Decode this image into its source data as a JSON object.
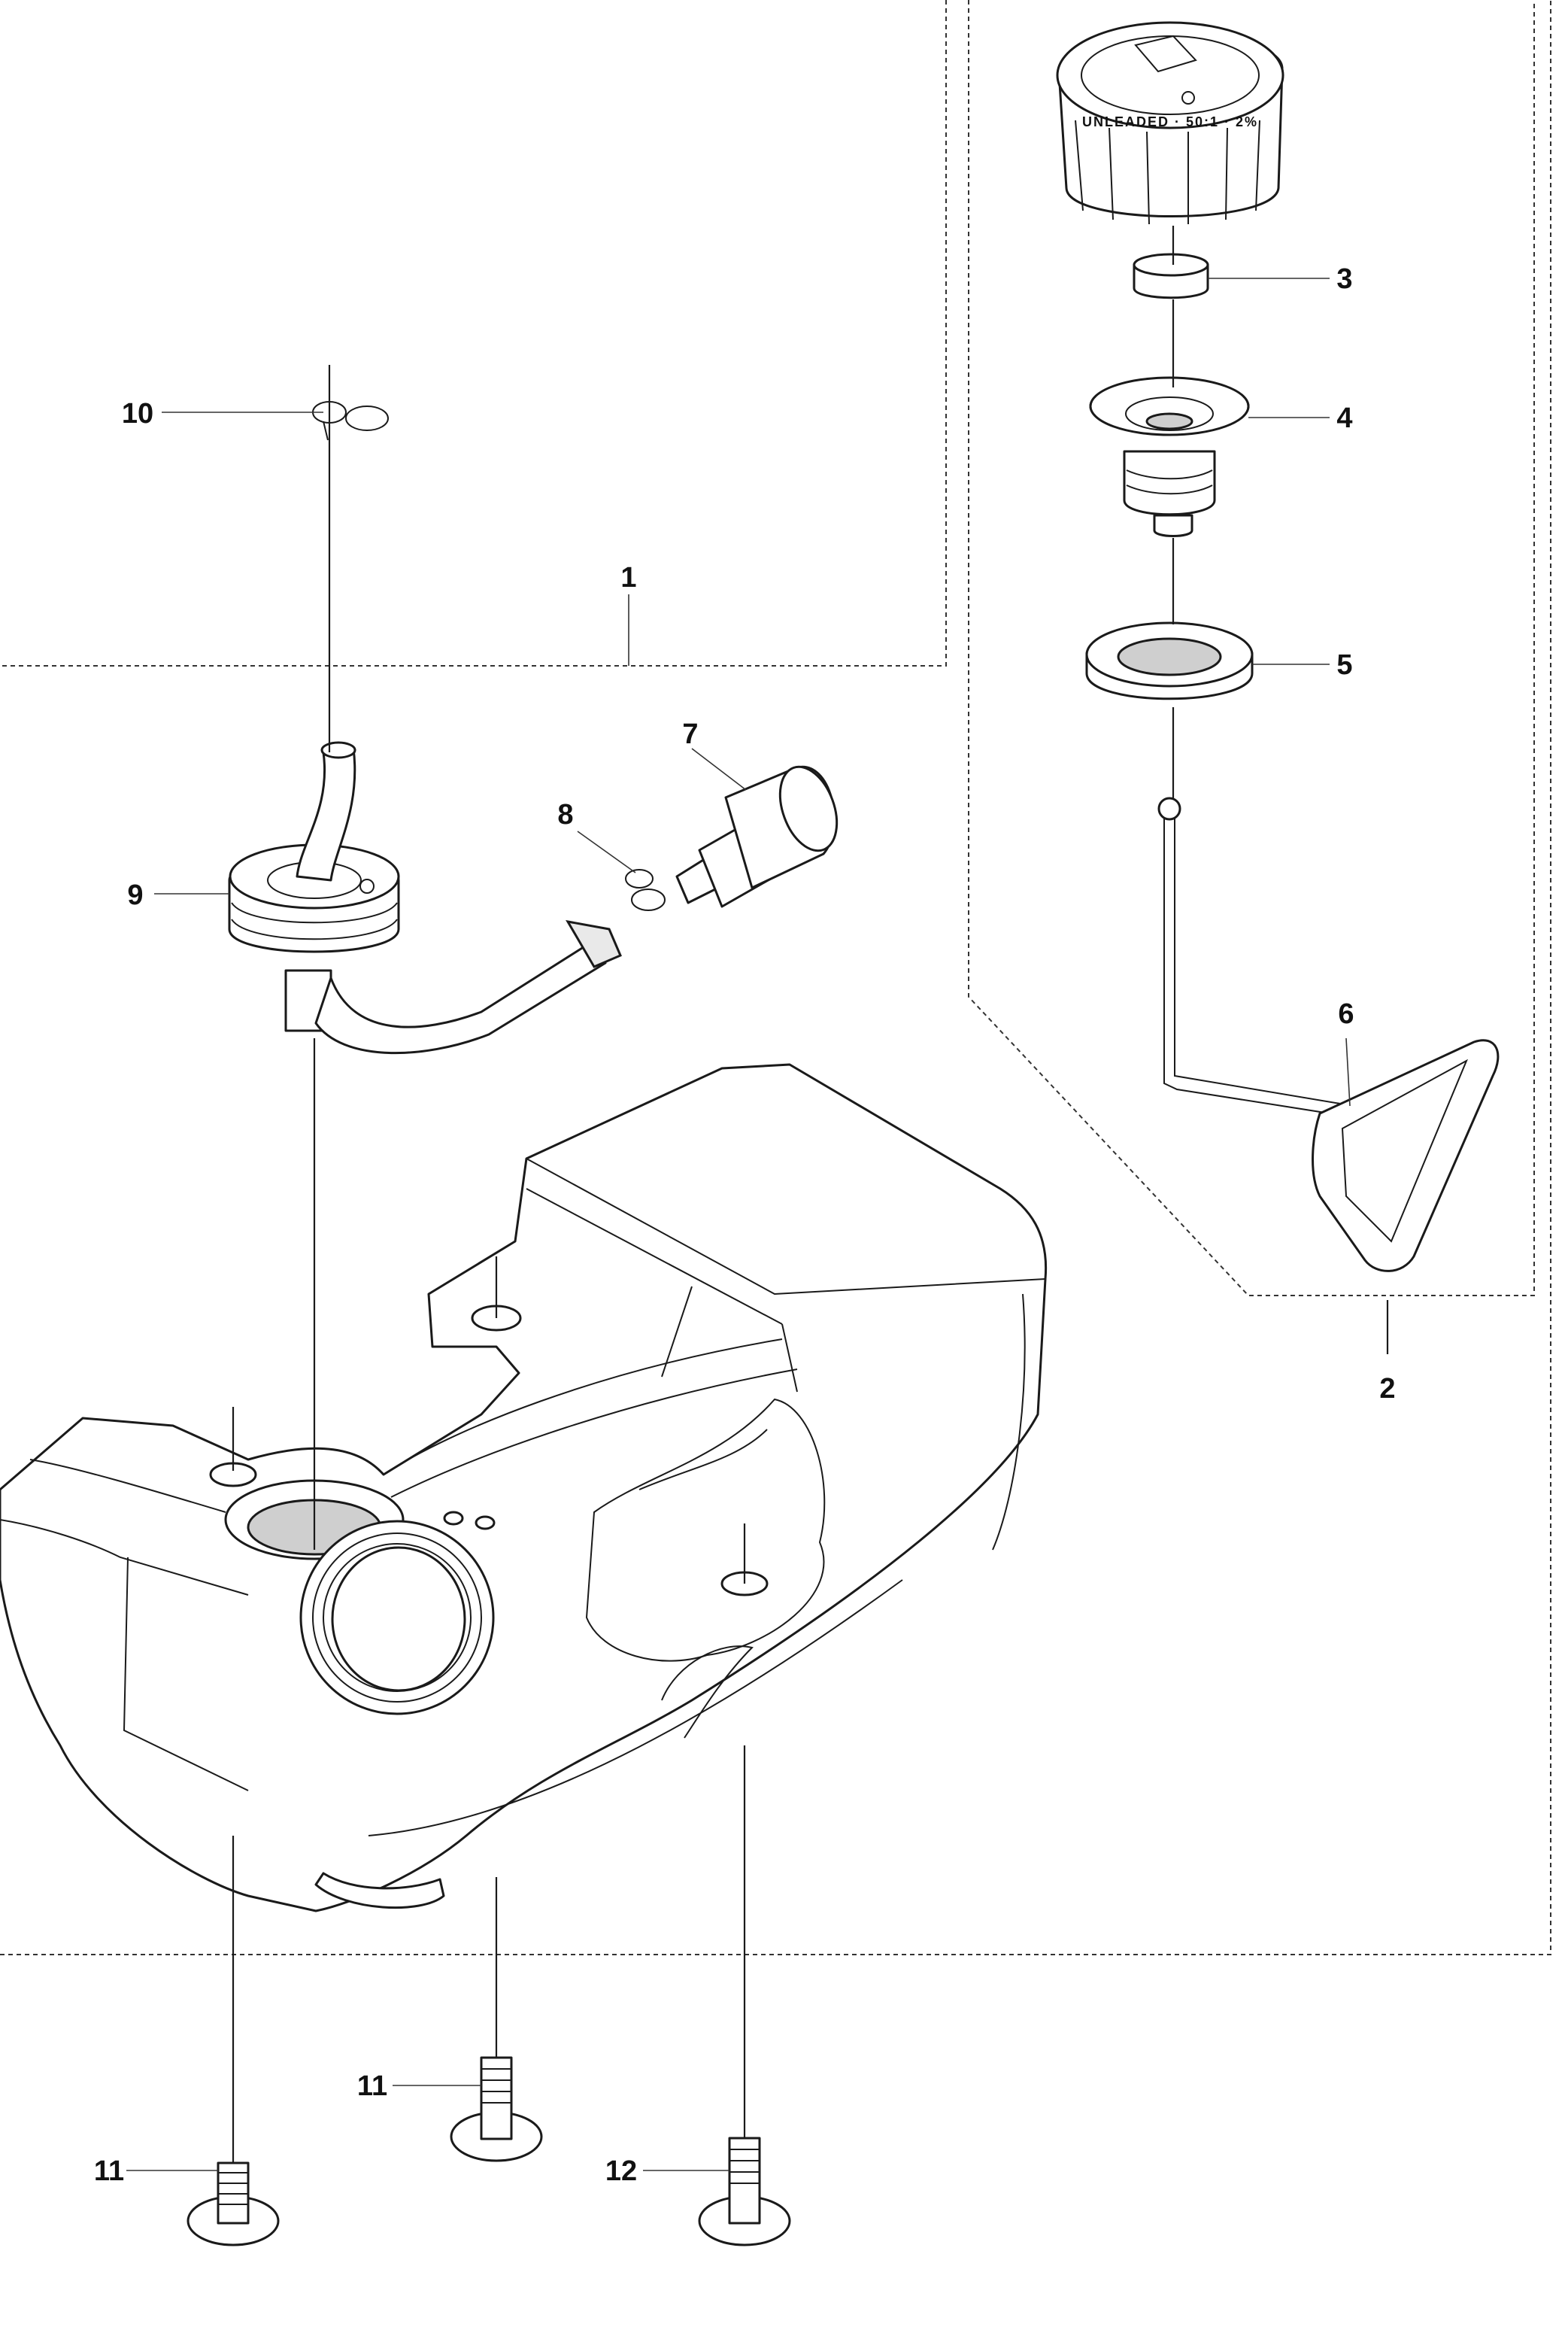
{
  "callouts": [
    {
      "id": "1",
      "label": "1"
    },
    {
      "id": "2",
      "label": "2"
    },
    {
      "id": "3",
      "label": "3"
    },
    {
      "id": "4",
      "label": "4"
    },
    {
      "id": "5",
      "label": "5"
    },
    {
      "id": "6",
      "label": "6"
    },
    {
      "id": "7",
      "label": "7"
    },
    {
      "id": "8",
      "label": "8"
    },
    {
      "id": "9",
      "label": "9"
    },
    {
      "id": "10",
      "label": "10"
    },
    {
      "id": "11a",
      "label": "11"
    },
    {
      "id": "11b",
      "label": "11"
    },
    {
      "id": "12",
      "label": "12"
    }
  ],
  "cap_embossed_text": "UNLEADED · 50:1 · 2%"
}
